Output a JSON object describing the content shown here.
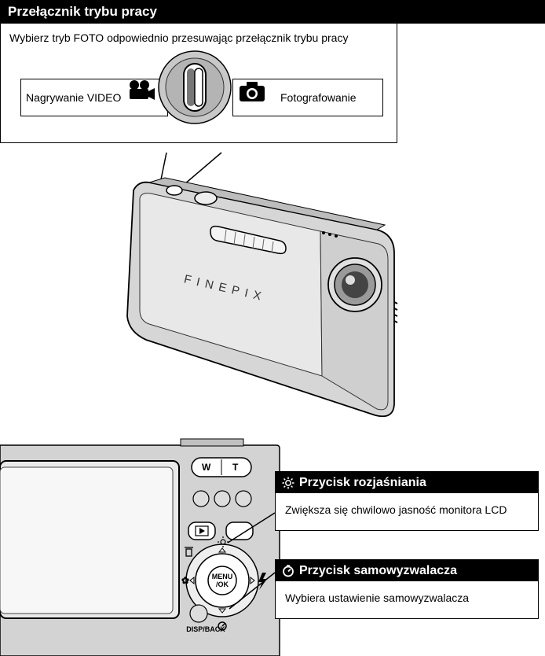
{
  "mode_switch": {
    "title": "Przełącznik trybu pracy",
    "description": "Wybierz tryb FOTO odpowiednio przesuwając przełącznik trybu pracy",
    "video_label": "Nagrywanie VIDEO",
    "photo_label": "Fotografowanie",
    "video_icon": "video-camera-icon",
    "photo_icon": "camera-icon"
  },
  "camera": {
    "brand": "FINEPIX",
    "zoom_w": "W",
    "zoom_t": "T",
    "menu_line1": "MENU",
    "menu_line2": "/OK",
    "disp_back": "DISP/BACK"
  },
  "brightness": {
    "title": "Przycisk rozjaśniania",
    "description": "Zwiększa się chwilowo jasność monitora LCD",
    "icon": "sun-icon"
  },
  "self_timer": {
    "title": "Przycisk samowyzwalacza",
    "description": "Wybiera ustawienie samowyzwalacza",
    "icon": "self-timer-icon"
  }
}
